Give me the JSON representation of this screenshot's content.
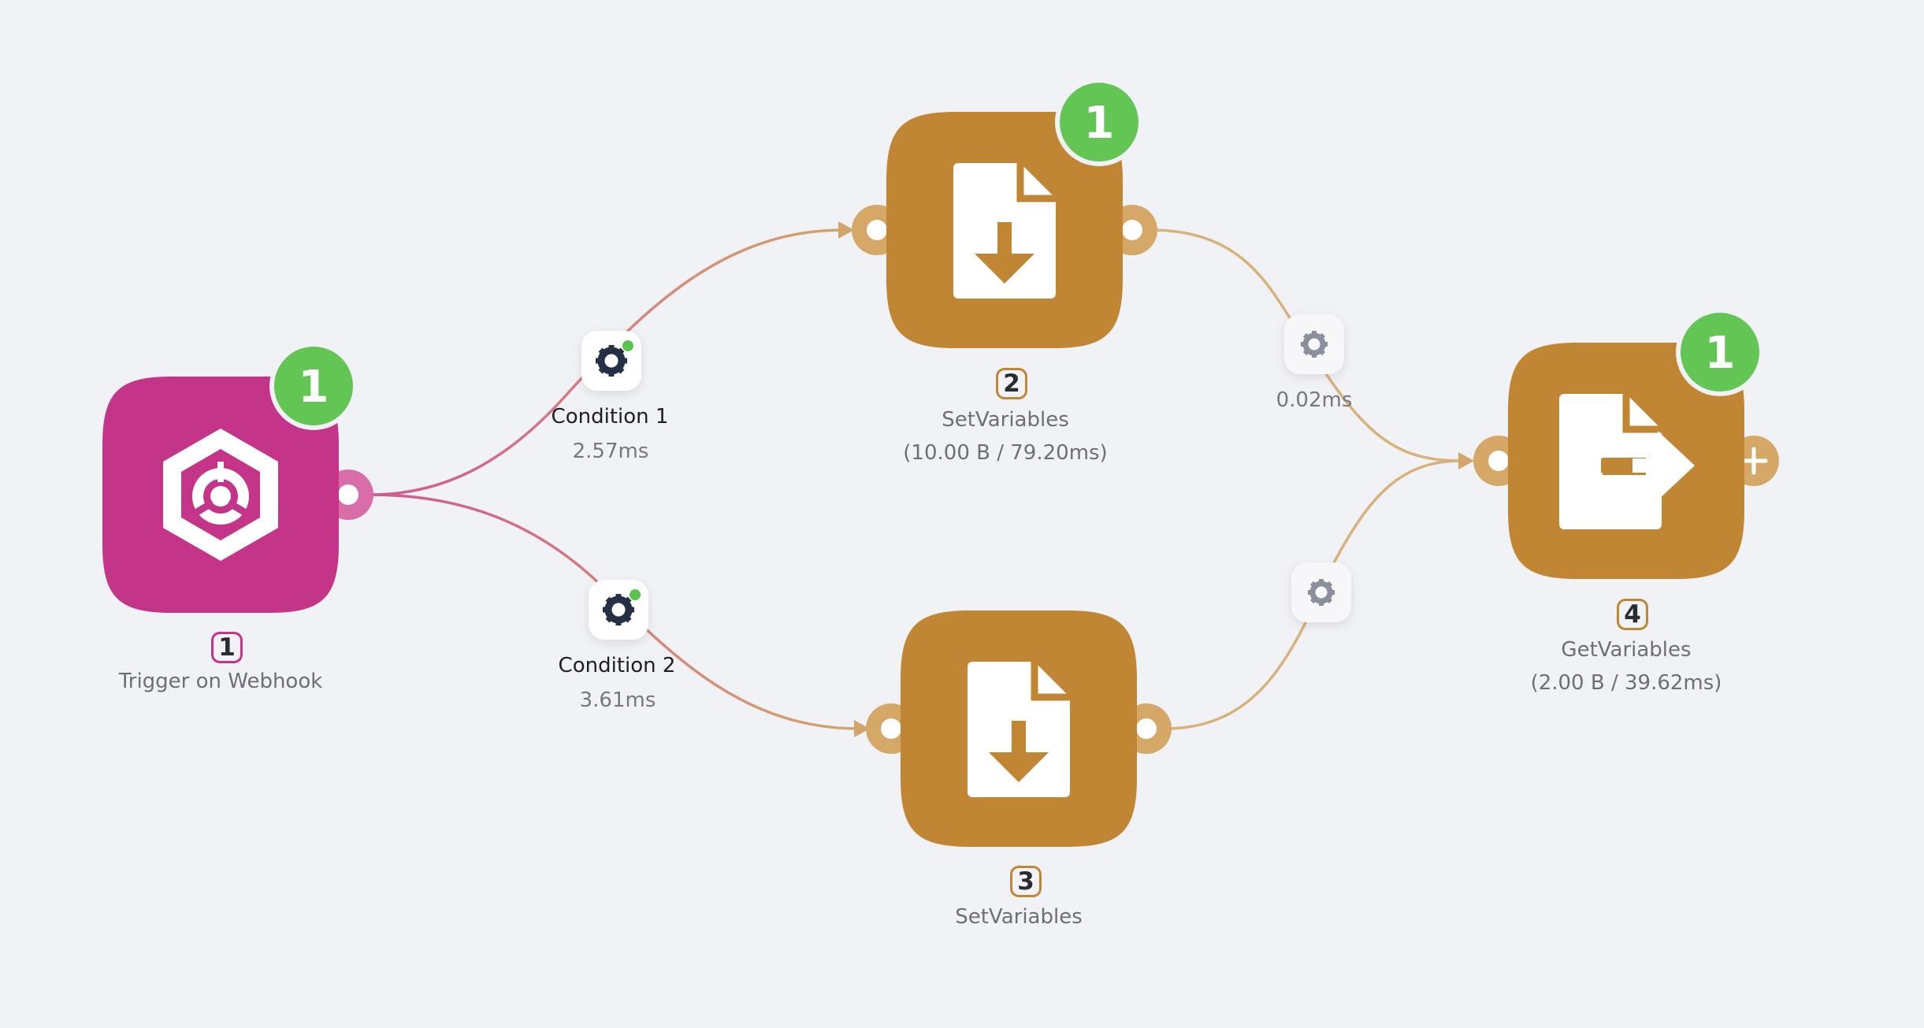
{
  "nodes": [
    {
      "id": "trigger",
      "number": "1",
      "name": "Trigger on Webhook",
      "stats": "",
      "count": "1",
      "icon": "webhook-icon",
      "color": "#c43489"
    },
    {
      "id": "set-variables-top",
      "number": "2",
      "name": "SetVariables",
      "stats": "(10.00 B / 79.20ms)",
      "count": "1",
      "icon": "file-download-icon",
      "color": "#c18633"
    },
    {
      "id": "set-variables-bottom",
      "number": "3",
      "name": "SetVariables",
      "stats": "",
      "count": "",
      "icon": "file-download-icon",
      "color": "#c18633"
    },
    {
      "id": "get-variables",
      "number": "4",
      "name": "GetVariables",
      "stats": "(2.00 B / 39.62ms)",
      "count": "1",
      "icon": "file-export-icon",
      "color": "#c18633"
    }
  ],
  "edges": [
    {
      "id": "condition-1",
      "label": "Condition 1",
      "time": "2.57ms",
      "active": true
    },
    {
      "id": "condition-2",
      "label": "Condition 2",
      "time": "3.61ms",
      "active": true
    },
    {
      "id": "edge-2-4",
      "label": "",
      "time": "0.02ms",
      "active": false
    },
    {
      "id": "edge-3-4",
      "label": "",
      "time": "",
      "active": false
    }
  ],
  "colors": {
    "background": "#f1f2f6",
    "trigger": "#c43489",
    "action": "#c18633",
    "badge": "#62c554",
    "active_dot": "#5cc44e",
    "gear_active": "#253047",
    "gear_inactive": "#8b8f9c"
  }
}
